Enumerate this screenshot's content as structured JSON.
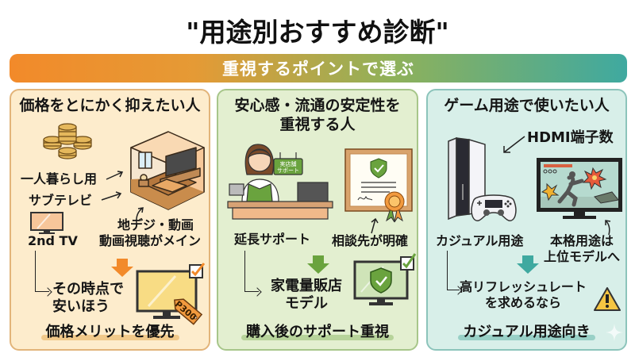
{
  "title": "\"用途別おすすめ診断\"",
  "banner": {
    "label": "重視するポイントで選ぶ"
  },
  "colors": {
    "orange": "#f28a2a",
    "green": "#7bb24a",
    "teal": "#3fa9a0",
    "panel_orange_bg": "#fdeccc",
    "panel_green_bg": "#e3efd0",
    "panel_teal_bg": "#d8efe9"
  },
  "panels": [
    {
      "title": "価格をとにかく抑えたい人",
      "labels": {
        "solo_living": "一人暮らし用",
        "sub_tv": "サブテレビ",
        "tv_label": "2nd TV",
        "usage_line1": "地デジ・動画",
        "usage_line2": "動画視聴がメイン",
        "result_line1": "その時点で",
        "result_line2": "安いほう",
        "price_tag": "P300"
      },
      "footer": "価格メリットを優先",
      "icons": [
        "coins-icon",
        "room-icon",
        "tv-icon",
        "price-tag-icon",
        "checkbox-icon"
      ]
    },
    {
      "title_line1": "安心感・流通の安定性を",
      "title_line2": "重視する人",
      "labels": {
        "store_sign_line1": "実店舗",
        "store_sign_line2": "サポート",
        "extended_support": "延長サポート",
        "clear_contact": "相談先が明確",
        "result_line1": "家電量販店",
        "result_line2": "モデル"
      },
      "footer": "購入後のサポート重視",
      "icons": [
        "store-clerk-icon",
        "certificate-icon",
        "shield-check-icon",
        "tv-icon",
        "checkbox-icon"
      ]
    },
    {
      "title": "ゲーム用途で使いたい人",
      "labels": {
        "hdmi": "HDMI端子数",
        "casual": "カジュアル用途",
        "serious_line1": "本格用途は",
        "serious_line2": "上位モデルへ",
        "result_line1": "高リフレッシュレート",
        "result_line2": "を求めるなら"
      },
      "footer": "カジュアル用途向き",
      "icons": [
        "game-console-icon",
        "controller-icon",
        "game-tv-icon",
        "warning-icon"
      ]
    }
  ]
}
